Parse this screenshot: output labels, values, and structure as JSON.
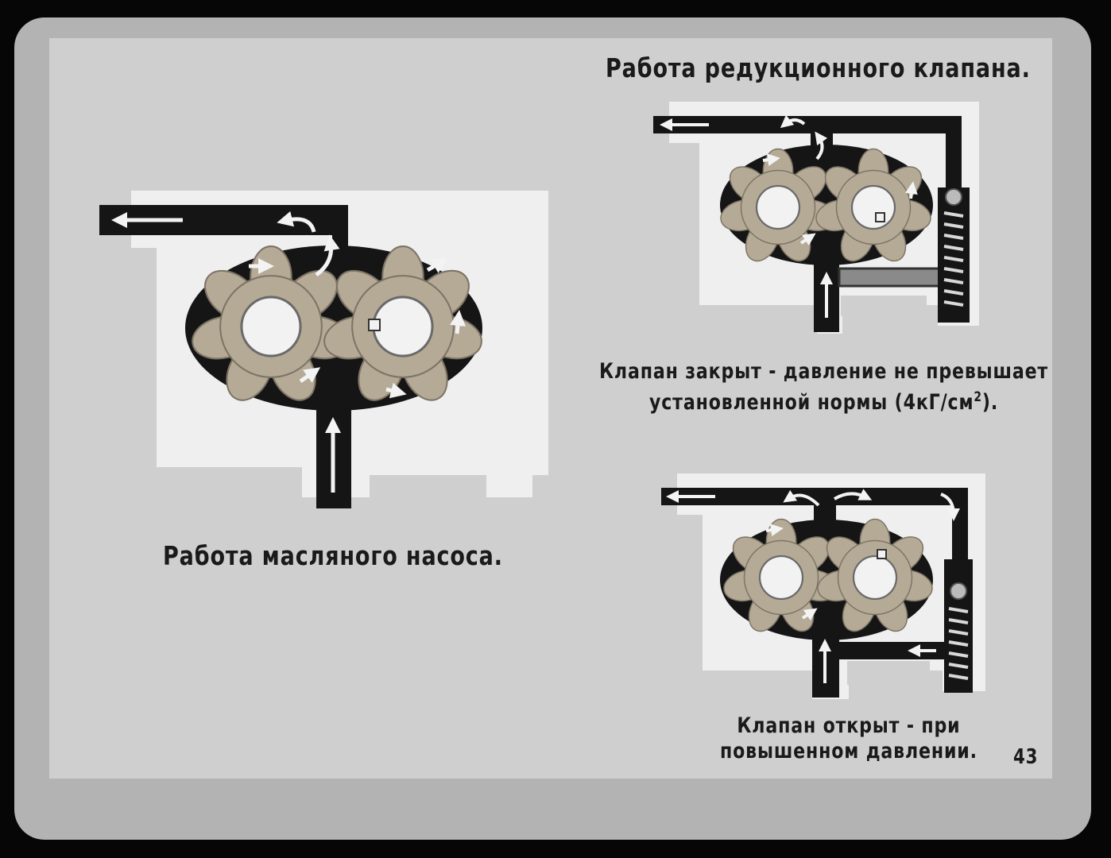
{
  "diagram": {
    "title_valve": "Работа редукционного клапана.",
    "title_pump": "Работа масляного насоса.",
    "caption_closed": {
      "line1": "Клапан закрыт - давление не превышает",
      "line2_prefix": "установленной нормы (4кГ/см",
      "line2_sup": "2",
      "line2_suffix": ")."
    },
    "caption_open": {
      "line1": "Клапан открыт - при",
      "line2": "повышенном давлении."
    },
    "page_number": "43"
  },
  "colors": {
    "paper": "#cfcfcf",
    "housing": "#efefef",
    "channel": "#151515",
    "gear": "#b5aa96",
    "frame": "#b3b3b3"
  },
  "icons": [
    "flow-arrow-icon",
    "gear-icon",
    "spring-icon"
  ]
}
